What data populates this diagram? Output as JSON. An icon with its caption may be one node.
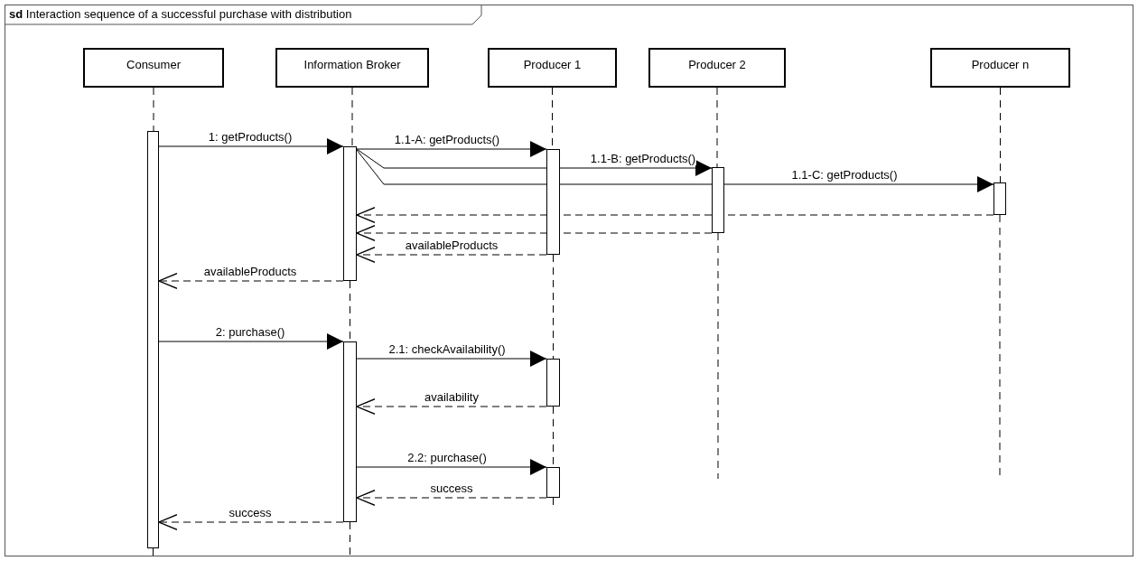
{
  "diagram": {
    "title": "**sd** Interaction sequence of a successful purchase with distribution",
    "nodes": [
      {
        "text": [
          "Consumer"
        ]
      },
      {
        "text": [
          "Information Broker"
        ]
      },
      {
        "text": [
          "Producer 1"
        ]
      },
      {
        "text": [
          "Producer 2"
        ]
      },
      {
        "text": [
          "Producer n"
        ]
      },
      {
        "text": [],
        "shape": "bar"
      },
      {
        "text": [],
        "shape": "bar"
      },
      {
        "text": [],
        "shape": "bar"
      },
      {
        "text": [],
        "shape": "bar"
      },
      {
        "text": [],
        "shape": "bar"
      },
      {
        "text": [],
        "shape": "bar"
      },
      {
        "text": [],
        "shape": "bar"
      },
      {
        "text": [],
        "shape": "bar"
      }
    ],
    "edges": [
      {
        "from": 5,
        "to": 6,
        "arrow": "to",
        "label": "1: getProducts()"
      },
      {
        "from": 6,
        "to": 7,
        "arrow": "to",
        "label": "1.1-A: getProducts()"
      },
      {
        "from": 6,
        "to": 8,
        "arrow": "to",
        "label": "1.1-B: getProducts()"
      },
      {
        "from": 6,
        "to": 9,
        "arrow": "to",
        "label": "1.1-C: getProducts()"
      },
      {
        "from": 9,
        "to": 6,
        "arrow": "to",
        "style": "dashed"
      },
      {
        "from": 8,
        "to": 6,
        "arrow": "to",
        "style": "dashed"
      },
      {
        "from": 7,
        "to": 6,
        "arrow": "to",
        "style": "dashed",
        "label": "availableProducts"
      },
      {
        "from": 6,
        "to": 5,
        "arrow": "to",
        "style": "dashed",
        "label": "availableProducts"
      },
      {
        "from": 5,
        "to": 10,
        "arrow": "to",
        "label": "2: purchase()"
      },
      {
        "from": 10,
        "to": 11,
        "arrow": "to",
        "label": "2.1: checkAvailability()"
      },
      {
        "from": 11,
        "to": 10,
        "arrow": "to",
        "style": "dashed",
        "label": "availability"
      },
      {
        "from": 10,
        "to": 12,
        "arrow": "to",
        "label": "2.2: purchase()"
      },
      {
        "from": 12,
        "to": 10,
        "arrow": "to",
        "style": "dashed",
        "label": "success"
      },
      {
        "from": 10,
        "to": 5,
        "arrow": "to",
        "style": "dashed",
        "label": "success"
      },
      {
        "from": 0,
        "to": 5,
        "arrow": "none",
        "style": "dashed"
      },
      {
        "from": 5,
        "to": null,
        "arrow": "none",
        "style": "dashed"
      },
      {
        "from": 1,
        "to": 6,
        "arrow": "none",
        "style": "dashed"
      },
      {
        "from": 6,
        "to": 10,
        "arrow": "none",
        "style": "dashed"
      },
      {
        "from": 10,
        "to": null,
        "arrow": "none",
        "style": "dashed"
      },
      {
        "from": 2,
        "to": 7,
        "arrow": "none",
        "style": "dashed"
      },
      {
        "from": 7,
        "to": 11,
        "arrow": "none",
        "style": "dashed"
      },
      {
        "from": 11,
        "to": 12,
        "arrow": "none",
        "style": "dashed"
      },
      {
        "from": 12,
        "to": null,
        "arrow": "none",
        "style": "dashed"
      },
      {
        "from": 3,
        "to": 8,
        "arrow": "none",
        "style": "dashed"
      },
      {
        "from": 8,
        "to": null,
        "arrow": "none",
        "style": "dashed"
      },
      {
        "from": 4,
        "to": 9,
        "arrow": "none",
        "style": "dashed"
      },
      {
        "from": 9,
        "to": null,
        "arrow": "none",
        "style": "dashed"
      }
    ]
  }
}
